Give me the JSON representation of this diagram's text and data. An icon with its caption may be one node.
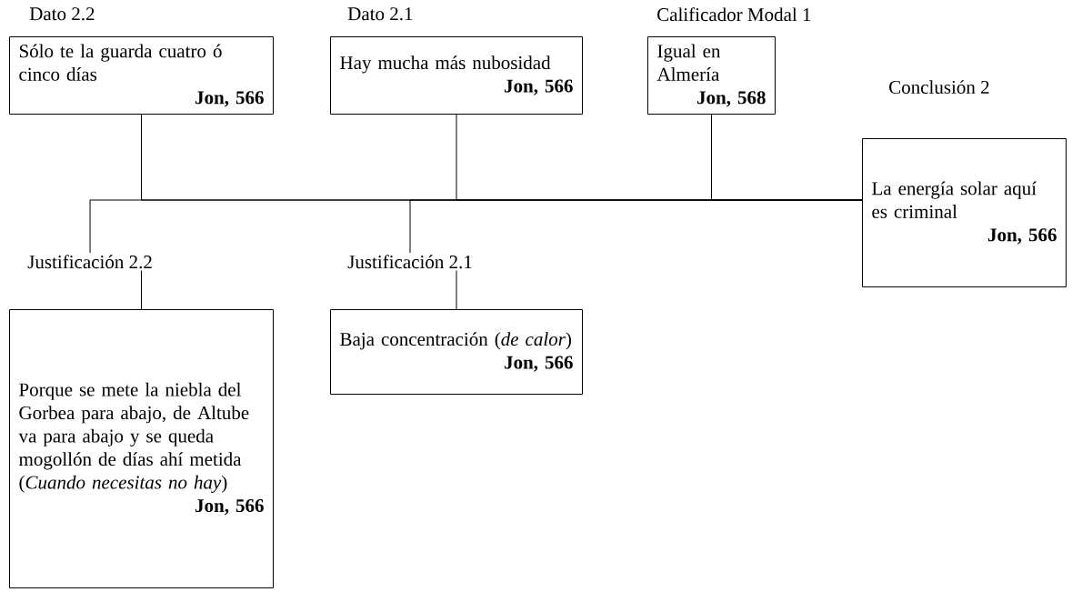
{
  "diagram": {
    "nodes": [
      {
        "text": [
          "Dato 2.2",
          "Sólo te la guarda cuatro ó cinco días",
          "Jon, 566"
        ]
      },
      {
        "text": [
          "Dato 2.1",
          "Hay mucha más nubosidad",
          "Jon, 566"
        ]
      },
      {
        "text": [
          "Calificador Modal 1",
          "Igual en Almería",
          "Jon, 568"
        ]
      },
      {
        "text": [
          "Conclusión 2",
          "La energía solar aquí es criminal",
          "Jon, 566"
        ]
      },
      {
        "text": [
          "Justificación 2.2",
          "Porque se mete la niebla del Gorbea para abajo, de Altube va para abajo y se queda mogollón de días ahí metida (*Cuando necesitas no hay*)",
          "Jon, 566"
        ]
      },
      {
        "text": [
          "Justificación 2.1",
          "Baja concentración (*de calor*)",
          "Jon, 566"
        ]
      }
    ],
    "edges": [
      {
        "from": 0,
        "to": 3,
        "arrow": "none"
      },
      {
        "from": 1,
        "to": 3,
        "arrow": "none"
      },
      {
        "from": 2,
        "to": 3,
        "arrow": "none"
      },
      {
        "from": 4,
        "to": 3,
        "arrow": "none"
      },
      {
        "from": 5,
        "to": 3,
        "arrow": "none"
      }
    ]
  }
}
